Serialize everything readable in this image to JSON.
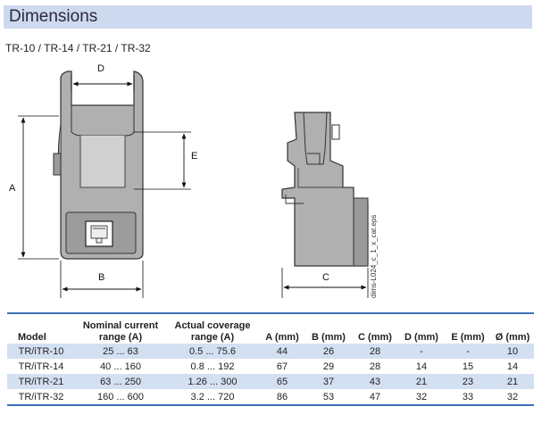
{
  "header": {
    "title": "Dimensions"
  },
  "subtitle": "TR-10 / TR-14 / TR-21 / TR-32",
  "drawing": {
    "labels": {
      "A": "A",
      "B": "B",
      "C": "C",
      "D": "D",
      "E": "E"
    },
    "file_ref": "dims-L024_c_1_x_cat.eps"
  },
  "table": {
    "headers": [
      "Model",
      "Nominal current range (A)",
      "Actual coverage range (A)",
      "A (mm)",
      "B (mm)",
      "C (mm)",
      "D (mm)",
      "E (mm)",
      "Ø (mm)"
    ],
    "rows": [
      [
        "TR/iTR-10",
        "25 ... 63",
        "0.5 ... 75.6",
        "44",
        "26",
        "28",
        "-",
        "-",
        "10"
      ],
      [
        "TR/iTR-14",
        "40 ... 160",
        "0.8 ... 192",
        "67",
        "29",
        "28",
        "14",
        "15",
        "14"
      ],
      [
        "TR/iTR-21",
        "63 ... 250",
        "1.26 ... 300",
        "65",
        "37",
        "43",
        "21",
        "23",
        "21"
      ],
      [
        "TR/iTR-32",
        "160 ... 600",
        "3.2 ... 720",
        "86",
        "53",
        "47",
        "32",
        "33",
        "32"
      ]
    ]
  }
}
